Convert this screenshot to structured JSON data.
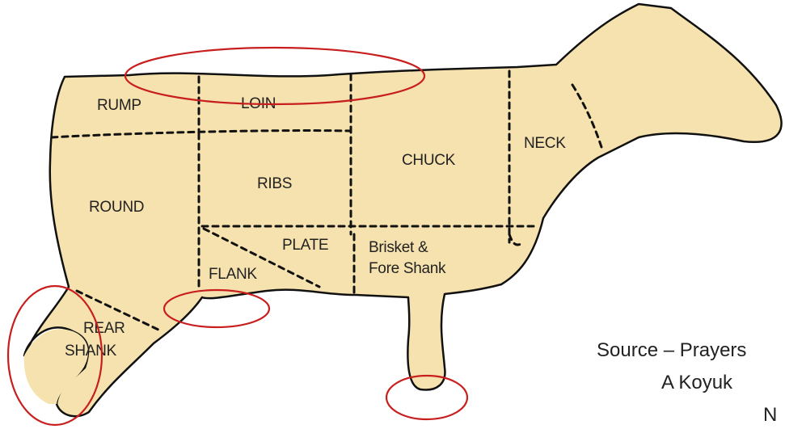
{
  "diagram": {
    "cuts": {
      "rump": "RUMP",
      "loin": "LOIN",
      "chuck": "CHUCK",
      "neck": "NECK",
      "ribs": "RIBS",
      "round": "ROUND",
      "plate": "PLATE",
      "brisket_line1": "Brisket &",
      "brisket_line2": "Fore Shank",
      "flank": "FLANK",
      "rear_shank_line1": "REAR",
      "rear_shank_line2": "SHANK"
    },
    "colors": {
      "body_fill": "#f6e2ae",
      "outline": "#111111",
      "highlight_circle": "#c81e1e",
      "text": "#222222"
    }
  },
  "source": {
    "line1": "Source – Prayers",
    "line2": "A Koyuk",
    "line3": "N"
  }
}
